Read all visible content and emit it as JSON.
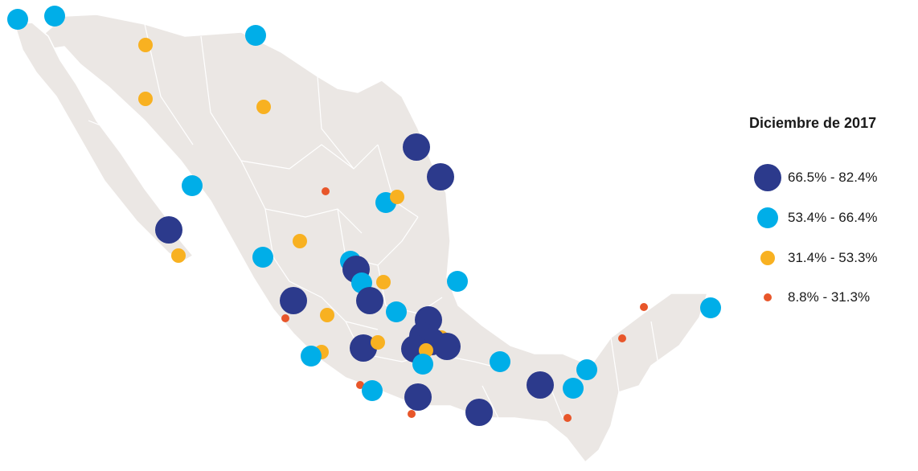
{
  "legend": {
    "title": "Diciembre de 2017",
    "classes": [
      {
        "label": "66.5% - 82.4%",
        "color": "#2c3a8c",
        "size": "large"
      },
      {
        "label": "53.4% - 66.4%",
        "color": "#00aee8",
        "size": "medium"
      },
      {
        "label": "31.4% - 53.3%",
        "color": "#f8b121",
        "size": "small"
      },
      {
        "label": "8.8% - 31.3%",
        "color": "#e8562a",
        "size": "tiny"
      }
    ]
  },
  "colors": {
    "land": "#ebe7e4",
    "border": "#ffffff",
    "dark_blue": "#2c3a8c",
    "light_blue": "#00aee8",
    "yellow": "#f8b121",
    "red": "#e8562a"
  }
}
